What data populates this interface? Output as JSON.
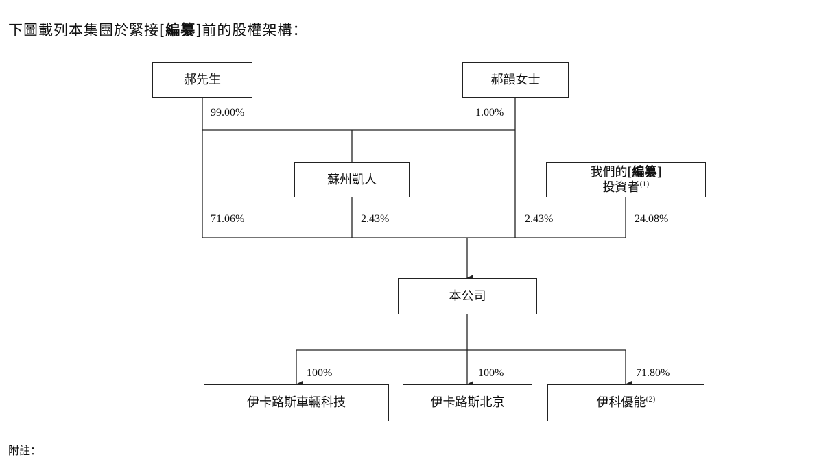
{
  "intro": {
    "prefix": "下圖載列本集團於緊接[",
    "bold": "編纂",
    "suffix": "]前的股權架構："
  },
  "nodes": {
    "mr_hao": "郝先生",
    "ms_hao": "郝韻女士",
    "suzhou_kairen": "蘇州凱人",
    "investors_line1_prefix": "我們的[",
    "investors_line1_bold": "編纂",
    "investors_line1_suffix": "]",
    "investors_line2": "投資者",
    "investors_note": "(1)",
    "company": "本公司",
    "sub_vehicle_tech": "伊卡路斯車輛科技",
    "sub_beijing": "伊卡路斯北京",
    "sub_youneng": "伊科優能",
    "sub_youneng_note": "(2)"
  },
  "percentages": {
    "mr_hao_to_suzhou": "99.00%",
    "ms_hao_to_suzhou": "1.00%",
    "mr_hao_to_company": "71.06%",
    "suzhou_to_company": "2.43%",
    "ms_hao_to_company": "2.43%",
    "investors_to_company": "24.08%",
    "company_to_tech": "100%",
    "company_to_beijing": "100%",
    "company_to_youneng": "71.80%"
  },
  "footnote_label": "附註："
}
